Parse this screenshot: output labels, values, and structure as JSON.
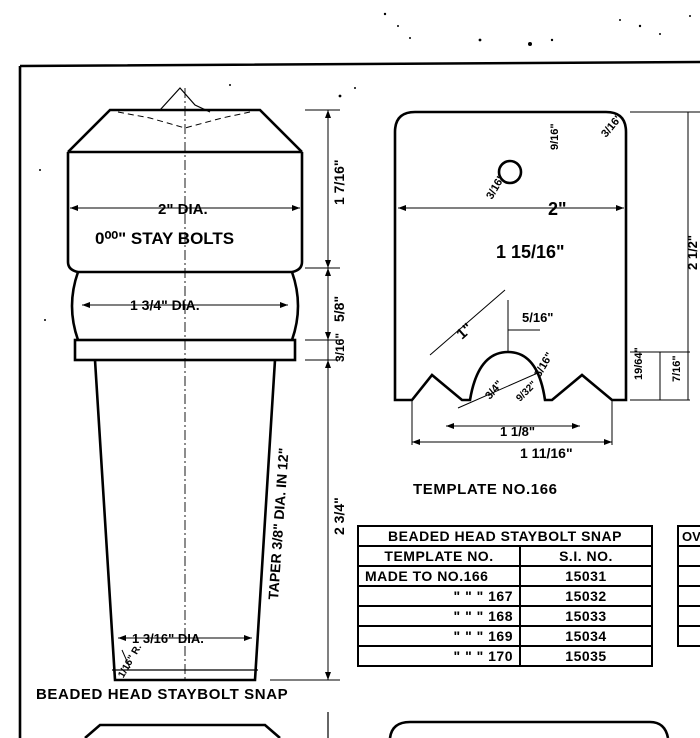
{
  "left_drawing": {
    "caption": "BEADED HEAD STAYBOLT SNAP",
    "head_dia": "2\" DIA.",
    "head_label": "0⁰⁰\" STAY BOLTS",
    "neck_dia": "1 3/4\" DIA.",
    "tip_dia": "1 3/16\" DIA.",
    "tip_radius": "1/16\" R.",
    "taper": "TAPER 3/8\" DIA. IN 12\"",
    "dim_head_height": "1 7/16\"",
    "dim_neck_height": "5/8\"",
    "dim_collar_height": "3/16\"",
    "dim_shank_length": "2 3/4\""
  },
  "template_drawing": {
    "caption": "TEMPLATE NO.166",
    "width": "2\"",
    "height": "1 15/16\"",
    "total_height": "2 1/2\"",
    "hole_offset": "9/16\"",
    "corner": "3/16\"",
    "hole_dia": "3/16\"",
    "bead_dim": "5/16\"",
    "radius": "1\"",
    "small_dim": "3/16\"",
    "depth_1": "19/64\"",
    "depth_2": "7/16\"",
    "angle_dim": "3/4\"",
    "bead_dia": "9/32\"",
    "base_1": "1 1/8\"",
    "base_2": "1 11/16\""
  },
  "table": {
    "title": "BEADED HEAD STAYBOLT SNAP",
    "col_template": "TEMPLATE NO.",
    "col_si": "S.I. NO.",
    "rows": [
      {
        "template": "MADE TO NO.166",
        "si": "15031"
      },
      {
        "template": "\"   \"   \" 167",
        "si": "15032"
      },
      {
        "template": "\"   \"   \" 168",
        "si": "15033"
      },
      {
        "template": "\"   \"   \" 169",
        "si": "15034"
      },
      {
        "template": "\"   \"   \" 170",
        "si": "15035"
      }
    ]
  },
  "table2": {
    "header": "OV"
  }
}
